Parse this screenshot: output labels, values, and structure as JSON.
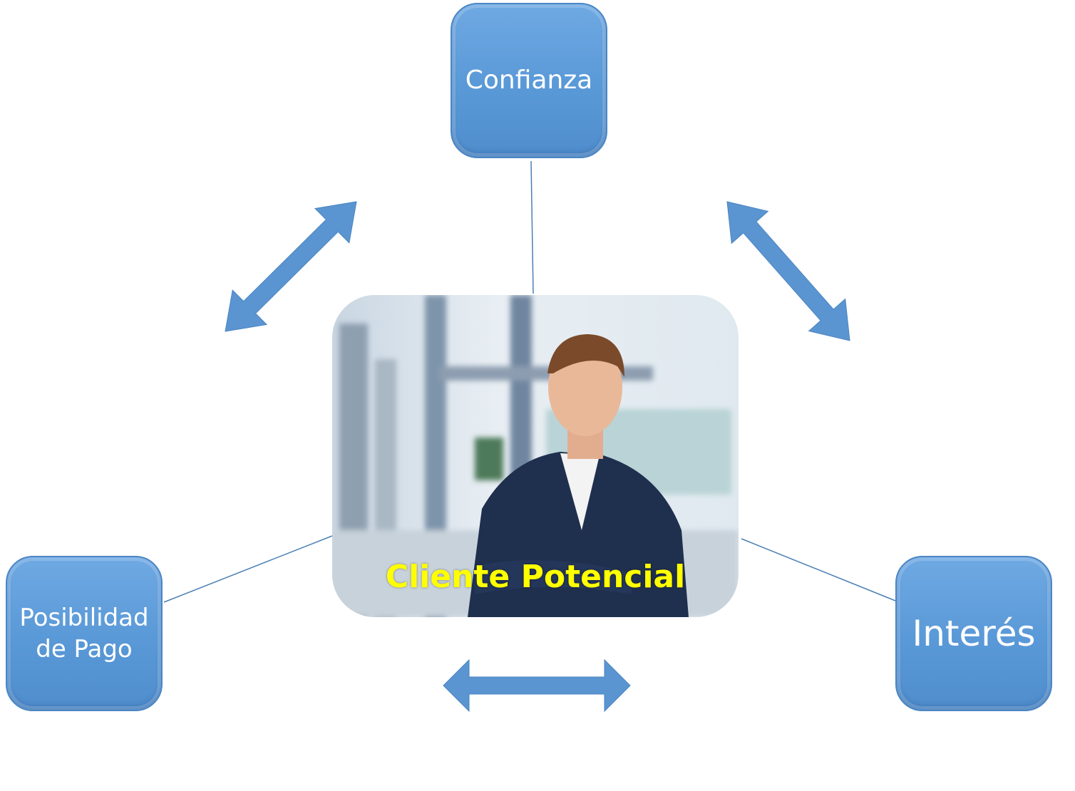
{
  "nodes": {
    "top": "Confianza",
    "left": "Posibilidad de Pago",
    "right": "Interés",
    "center": "Cliente Potencial"
  },
  "colors": {
    "box": "#5b9ad8",
    "arrow": "#5b95d1",
    "line": "#4a7fb5",
    "center_label": "#ffff00"
  }
}
